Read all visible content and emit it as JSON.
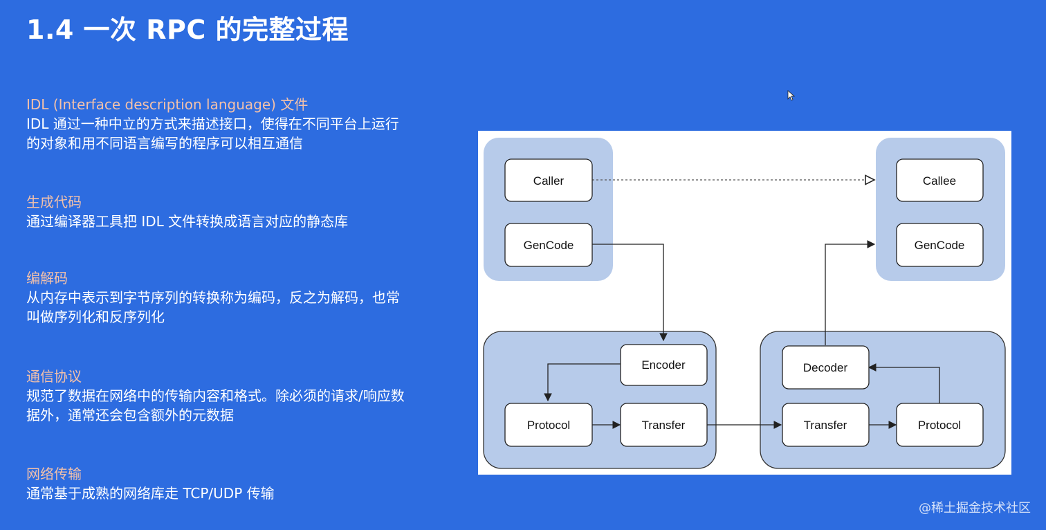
{
  "title": "1.4 一次 RPC 的完整过程",
  "sections": [
    {
      "title": "IDL (Interface description language) 文件",
      "lines": [
        "IDL 通过一种中立的方式来描述接口，使得在不同平台上运行",
        "的对象和用不同语言编写的程序可以相互通信"
      ]
    },
    {
      "title": "生成代码",
      "lines": [
        "通过编译器工具把 IDL 文件转换成语言对应的静态库"
      ]
    },
    {
      "title": "编解码",
      "lines": [
        "从内存中表示到字节序列的转换称为编码，反之为解码，也常",
        "叫做序列化和反序列化"
      ]
    },
    {
      "title": "通信协议",
      "lines": [
        "规范了数据在网络中的传输内容和格式。除必须的请求/响应数",
        "据外，通常还会包含额外的元数据"
      ]
    },
    {
      "title": "网络传输",
      "lines": [
        "通常基于成熟的网络库走 TCP/UDP 传输"
      ]
    }
  ],
  "diagram": {
    "nodes": {
      "caller": "Caller",
      "callee": "Callee",
      "gencode_left": "GenCode",
      "gencode_right": "GenCode",
      "encoder": "Encoder",
      "decoder": "Decoder",
      "protocol_left": "Protocol",
      "transfer_left": "Transfer",
      "transfer_right": "Transfer",
      "protocol_right": "Protocol"
    },
    "colors": {
      "group_fill": "#b7cbea",
      "group_stroke": "#333333",
      "node_fill": "#ffffff",
      "node_stroke": "#222222"
    }
  },
  "watermark": "@稀土掘金技术社区",
  "colors": {
    "background": "#2d6ce0",
    "section_title": "#f3c1aa",
    "text": "#ffffff"
  }
}
